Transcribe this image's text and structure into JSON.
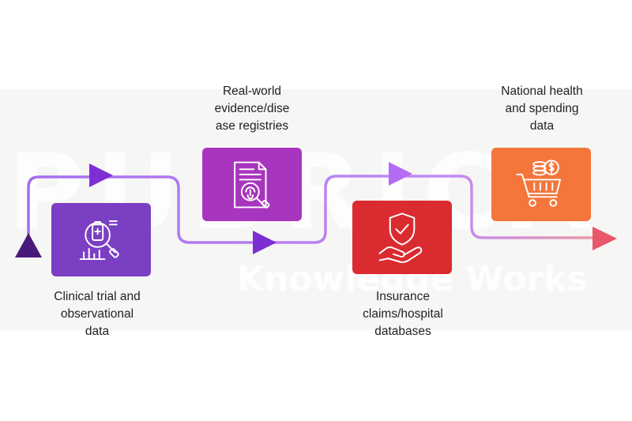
{
  "watermark": {
    "primary": "PUBRICA",
    "secondary": "Knowledge Works"
  },
  "steps": [
    {
      "id": "clinical",
      "label_lines": [
        "Clinical trial and",
        "observational",
        "data"
      ],
      "icon": "clinical-data-magnifier-icon",
      "color": "#7b3fc4"
    },
    {
      "id": "real-world",
      "label_lines": [
        "Real-world",
        "evidence/dise",
        "ase registries"
      ],
      "icon": "document-fingerprint-icon",
      "color": "#a835bd"
    },
    {
      "id": "insurance",
      "label_lines": [
        "Insurance",
        "claims/hospital",
        "databases"
      ],
      "icon": "shield-check-hand-icon",
      "color": "#da2b30"
    },
    {
      "id": "national",
      "label_lines": [
        "National health",
        "and spending",
        "data"
      ],
      "icon": "shopping-cart-coins-icon",
      "color": "#f4763b"
    }
  ],
  "colors": {
    "path": "#b57cf2",
    "arrow_start": "#4a1a7a",
    "arrow_mid": "#7e2fd4",
    "arrow_mid_light": "#b56cf5",
    "arrow_end": "#e9586a",
    "band": "#f6f6f5"
  }
}
